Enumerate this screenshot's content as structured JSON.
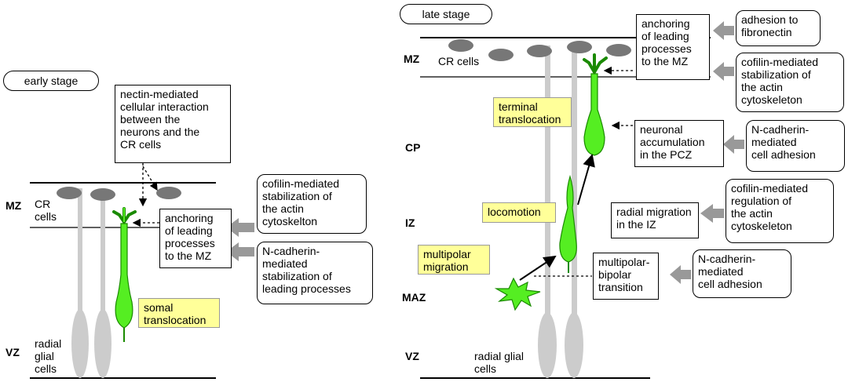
{
  "early": {
    "stage_label": "early stage",
    "zones": {
      "mz": "MZ",
      "vz": "VZ"
    },
    "cr_label": "CR\ncells",
    "radial_label": "radial\nglial\ncells",
    "nectin": "nectin-mediated\ncellular interaction\nbetween the\nneurons and the\nCR cells",
    "anchoring": "anchoring\nof leading\nprocesses\nto the MZ",
    "cofilin": "cofilin-mediated\nstabilization of\nthe actin\ncytoskelton",
    "ncadherin": "N-cadherin-\nmediated\nstabilization of\nleading processes",
    "somal": "somal\ntranslocation"
  },
  "late": {
    "stage_label": "late stage",
    "zones": {
      "mz": "MZ",
      "cp": "CP",
      "iz": "IZ",
      "maz": "MAZ",
      "vz": "VZ"
    },
    "cr_label": "CR cells",
    "radial_label": "radial glial\ncells",
    "anchoring": "anchoring\nof leading\nprocesses\nto the MZ",
    "adhesion_fibronectin": "adhesion to\nfibronectin",
    "cofilin_stab": "cofilin-mediated\nstabilization of\nthe actin\ncytoskeleton",
    "terminal": "terminal\ntranslocation",
    "neuronal_acc": "neuronal\naccumulation\nin the PCZ",
    "ncad_adhesion_1": "N-cadherin-\nmediated\ncell adhesion",
    "locomotion": "locomotion",
    "radial_migration": "radial migration\nin the IZ",
    "cofilin_reg": "cofilin-mediated\nregulation of\nthe actin\ncytoskeleton",
    "multipolar_migration": "multipolar\nmigration",
    "multipolar_bipolar": "multipolar-\nbipolar\ntransition",
    "ncad_adhesion_2": "N-cadherin-\nmediated\ncell adhesion"
  },
  "colors": {
    "neuron": "#55ee22",
    "neuron_stroke": "#1a8a00",
    "glia": "#cccccc",
    "cr_cell": "#777777",
    "arrow_gray": "#999999",
    "highlight": "#ffff99"
  }
}
